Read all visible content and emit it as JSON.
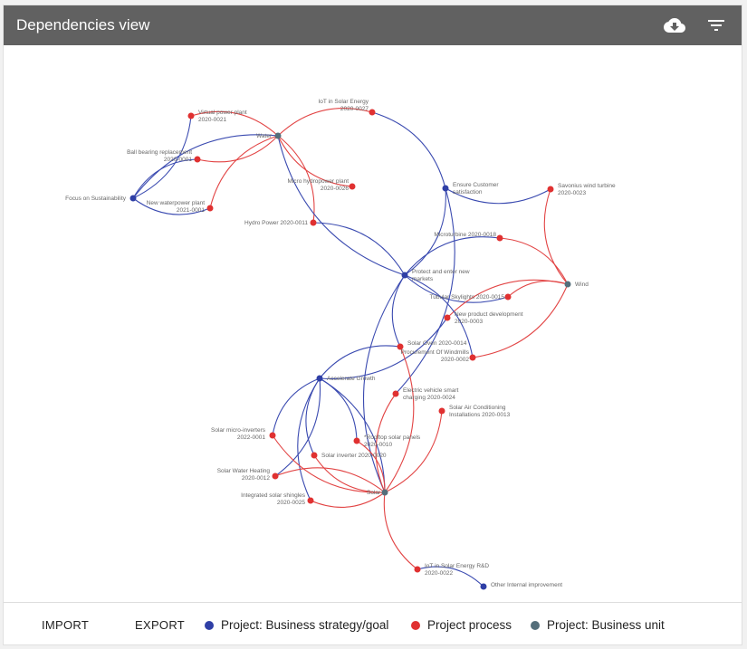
{
  "header": {
    "title": "Dependencies view",
    "download_icon": "cloud-download-icon",
    "filter_icon": "filter-list-icon"
  },
  "colors": {
    "header_bg": "#616161",
    "business_goal": "#2f3fa6",
    "project_process": "#e03131",
    "business_unit": "#546e7a",
    "edge_blue": "#3a4ab0",
    "edge_red": "#e24444"
  },
  "graph": {
    "nodes": [
      {
        "id": "water",
        "label": "Water",
        "type": "unit"
      },
      {
        "id": "vpp",
        "label": "Virtual power plant\n2020-0021",
        "type": "process"
      },
      {
        "id": "iot",
        "label": "IoT in Solar Energy\n2020-0027",
        "type": "process"
      },
      {
        "id": "bbr",
        "label": "Ball bearing replacement\n2020-0001",
        "type": "process"
      },
      {
        "id": "focus",
        "label": "Focus on Sustainability",
        "type": "goal"
      },
      {
        "id": "nwp",
        "label": "New waterpower plant\n2021-0001",
        "type": "process"
      },
      {
        "id": "micro_hydro",
        "label": "Micro hydropower plant\n2020-0026",
        "type": "process"
      },
      {
        "id": "hydro",
        "label": "Hydro Power 2020-0011",
        "type": "process"
      },
      {
        "id": "ensure",
        "label": "Ensure Customer\nsatisfaction",
        "type": "goal"
      },
      {
        "id": "savonius",
        "label": "Savonius wind turbine\n2020-0023",
        "type": "process"
      },
      {
        "id": "microturbine",
        "label": "Microturbine 2020-0018",
        "type": "process"
      },
      {
        "id": "protect",
        "label": "Protect and enter new\nmarkets",
        "type": "goal"
      },
      {
        "id": "wind",
        "label": "Wind",
        "type": "unit"
      },
      {
        "id": "tubular",
        "label": "Tubular Skylights 2020-0015",
        "type": "process"
      },
      {
        "id": "npd",
        "label": "New product development\n2020-0003",
        "type": "process"
      },
      {
        "id": "solar_oven",
        "label": "Solar Oven 2020-0014",
        "type": "process"
      },
      {
        "id": "proc_wind",
        "label": "Procurement Of Windmills\n2020-0002",
        "type": "process"
      },
      {
        "id": "accel",
        "label": "Accelerate Growth",
        "type": "goal"
      },
      {
        "id": "ev",
        "label": "Electric vehicle smart\ncharging 2020-0024",
        "type": "process"
      },
      {
        "id": "solar_ac",
        "label": "Solar Air Conditioning\nInstallations 2020-0013",
        "type": "process"
      },
      {
        "id": "micro_inv",
        "label": "Solar micro-inverters\n2022-0001",
        "type": "process"
      },
      {
        "id": "rooftop",
        "label": "*Rooftop solar panels\n2020-0010",
        "type": "process"
      },
      {
        "id": "solar_inv",
        "label": "Solar inverter 2020-0020",
        "type": "process"
      },
      {
        "id": "water_heat",
        "label": "Solar Water Heating\n2020-0012",
        "type": "process"
      },
      {
        "id": "shingles",
        "label": "Integrated solar shingles\n2020-0025",
        "type": "process"
      },
      {
        "id": "solar",
        "label": "Solar",
        "type": "unit"
      },
      {
        "id": "iot_rd",
        "label": "IoT in Solar Energy R&D\n2020-0022",
        "type": "process"
      },
      {
        "id": "other",
        "label": "Other Internal improvement",
        "type": "goal"
      }
    ],
    "edges": [
      [
        "focus",
        "vpp",
        "blue"
      ],
      [
        "focus",
        "bbr",
        "blue"
      ],
      [
        "focus",
        "nwp",
        "blue"
      ],
      [
        "focus",
        "water",
        "blue"
      ],
      [
        "water",
        "vpp",
        "red"
      ],
      [
        "water",
        "bbr",
        "red"
      ],
      [
        "water",
        "nwp",
        "red"
      ],
      [
        "water",
        "iot",
        "red"
      ],
      [
        "water",
        "micro_hydro",
        "red"
      ],
      [
        "water",
        "hydro",
        "red"
      ],
      [
        "water",
        "protect",
        "blue"
      ],
      [
        "iot",
        "ensure",
        "blue"
      ],
      [
        "ensure",
        "savonius",
        "blue"
      ],
      [
        "ensure",
        "protect",
        "blue"
      ],
      [
        "savonius",
        "wind",
        "red"
      ],
      [
        "hydro",
        "protect",
        "blue"
      ],
      [
        "microturbine",
        "protect",
        "blue"
      ],
      [
        "microturbine",
        "wind",
        "red"
      ],
      [
        "protect",
        "tubular",
        "blue"
      ],
      [
        "tubular",
        "wind",
        "red"
      ],
      [
        "wind",
        "npd",
        "red"
      ],
      [
        "wind",
        "proc_wind",
        "red"
      ],
      [
        "protect",
        "solar_oven",
        "blue"
      ],
      [
        "protect",
        "proc_wind",
        "blue"
      ],
      [
        "protect",
        "solar",
        "blue"
      ],
      [
        "ensure",
        "ev",
        "blue"
      ],
      [
        "accel",
        "npd",
        "blue"
      ],
      [
        "accel",
        "solar_oven",
        "blue"
      ],
      [
        "accel",
        "micro_inv",
        "blue"
      ],
      [
        "accel",
        "rooftop",
        "blue"
      ],
      [
        "accel",
        "solar_inv",
        "blue"
      ],
      [
        "accel",
        "water_heat",
        "blue"
      ],
      [
        "accel",
        "shingles",
        "blue"
      ],
      [
        "accel",
        "solar",
        "blue"
      ],
      [
        "micro_inv",
        "solar",
        "red"
      ],
      [
        "rooftop",
        "solar",
        "red"
      ],
      [
        "solar_inv",
        "solar",
        "red"
      ],
      [
        "water_heat",
        "solar",
        "red"
      ],
      [
        "shingles",
        "solar",
        "red"
      ],
      [
        "solar_oven",
        "solar",
        "red"
      ],
      [
        "ev",
        "solar",
        "red"
      ],
      [
        "solar_ac",
        "solar",
        "red"
      ],
      [
        "solar",
        "iot_rd",
        "red"
      ],
      [
        "iot_rd",
        "other",
        "blue"
      ]
    ]
  },
  "footer": {
    "import_label": "IMPORT",
    "export_label": "EXPORT",
    "legend": [
      {
        "label": "Project: Business strategy/goal",
        "color": "#2f3fa6"
      },
      {
        "label": "Project process",
        "color": "#e03131"
      },
      {
        "label": "Project: Business unit",
        "color": "#546e7a"
      }
    ]
  }
}
